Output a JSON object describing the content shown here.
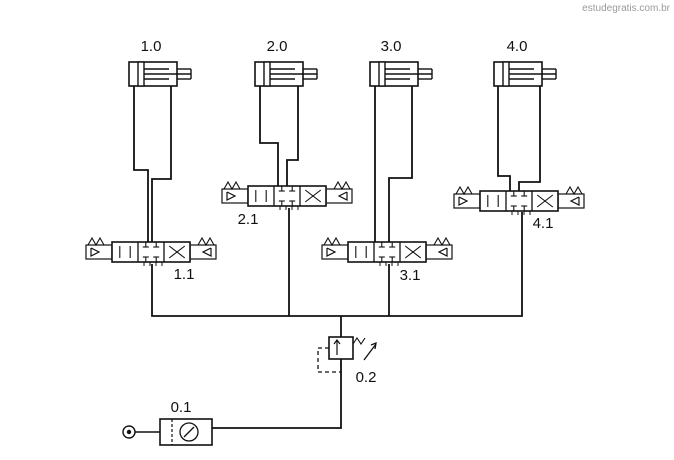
{
  "watermark": "estudegratis.com.br",
  "cylinders": [
    {
      "label": "1.0"
    },
    {
      "label": "2.0"
    },
    {
      "label": "3.0"
    },
    {
      "label": "4.0"
    }
  ],
  "valves": [
    {
      "label": "1.1"
    },
    {
      "label": "2.1"
    },
    {
      "label": "3.1"
    },
    {
      "label": "4.1"
    }
  ],
  "regulator": {
    "label": "0.2"
  },
  "service_unit": {
    "label": "0.1"
  },
  "colors": {
    "line": "#111111",
    "background": "#ffffff",
    "watermark": "#9a9a9a"
  }
}
